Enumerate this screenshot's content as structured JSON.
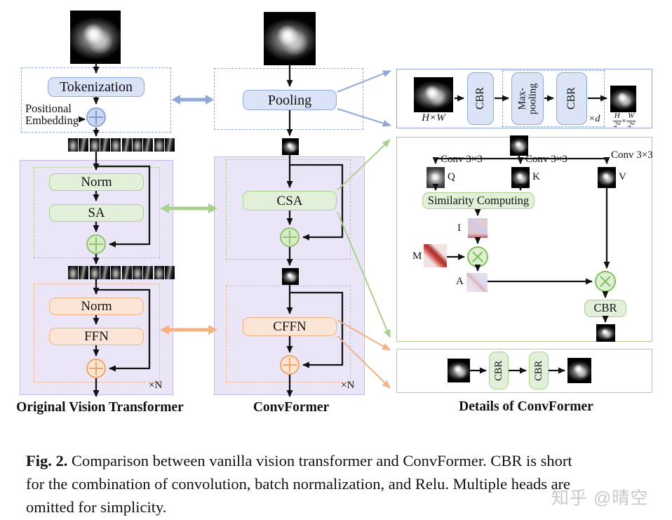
{
  "vit": {
    "tokenization": "Tokenization",
    "positional_embedding": "Positional\nEmbedding",
    "norm1": "Norm",
    "sa": "SA",
    "norm2": "Norm",
    "ffn": "FFN",
    "repeat": "×N",
    "caption": "Original Vision Transformer"
  },
  "convformer": {
    "pooling": "Pooling",
    "csa": "CSA",
    "cffn": "CFFN",
    "repeat": "×N",
    "caption": "ConvFormer"
  },
  "pooling_detail": {
    "input_size": "H×W",
    "cbr1": "CBR",
    "maxpool": "Max-\npooling",
    "cbr2": "CBR",
    "repeat": "×d",
    "out_h": "H",
    "out_w": "W",
    "out_denom": "2ᵈ",
    "times": "×"
  },
  "csa_detail": {
    "conv": "Conv 3×3",
    "q": "Q",
    "k": "K",
    "v": "V",
    "similarity": "Similarity Computing",
    "i": "I",
    "m": "M",
    "a": "A",
    "cbr": "CBR"
  },
  "cffn_detail": {
    "cbr1": "CBR",
    "cbr2": "CBR",
    "caption": "Details of ConvFormer"
  },
  "caption": {
    "bold": "Fig. 2.",
    "rest1": "Comparison between vanilla vision transformer and ConvFormer. CBR is short",
    "line2": "for the combination of convolution, batch normalization, and Relu. Multiple heads are",
    "line3": "omitted for simplicity."
  },
  "watermark": "知乎 @晴空",
  "colors": {
    "blue": "#8fa8d8",
    "blue_fill": "#dbe3f6",
    "green": "#a9d18e",
    "green_fill": "#e2f0d9",
    "orange": "#f4b183",
    "orange_fill": "#fbe5d6",
    "purple_fill": "#ebe6f7"
  }
}
